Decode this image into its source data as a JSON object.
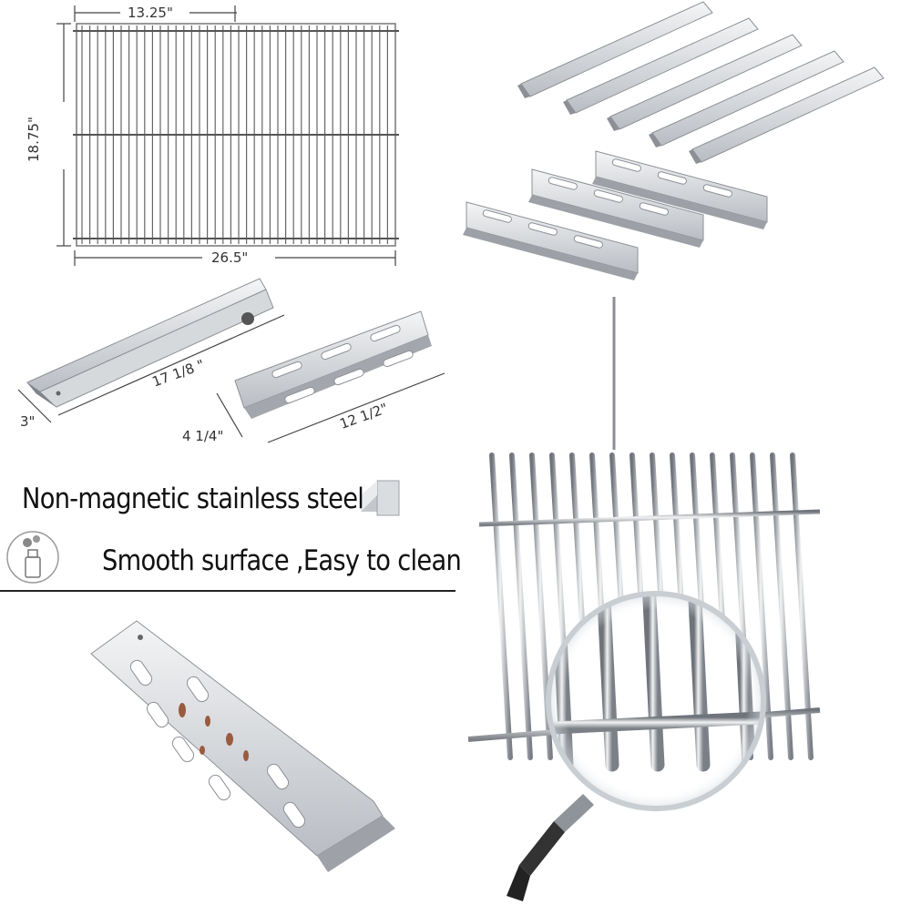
{
  "dimensions": {
    "grate_width_half": "13.25\"",
    "grate_depth": "18.75\"",
    "grate_width_total": "26.5\"",
    "flavorizer_length": "17 1/8 \"",
    "flavorizer_height": "3\"",
    "heat_plate_width": "4 1/4\"",
    "heat_plate_length": "12  1/2\""
  },
  "features": [
    {
      "text": "Non-magnetic stainless steel",
      "icon": "magnet-block-icon"
    },
    {
      "text": "Smooth surface ,Easy to clean",
      "icon": "spray-cleaner-icon"
    }
  ],
  "colors": {
    "steel_light": "#eef0f2",
    "steel_mid": "#c3c7cc",
    "steel_dark": "#7d828a",
    "rod": "#8a8f96"
  }
}
